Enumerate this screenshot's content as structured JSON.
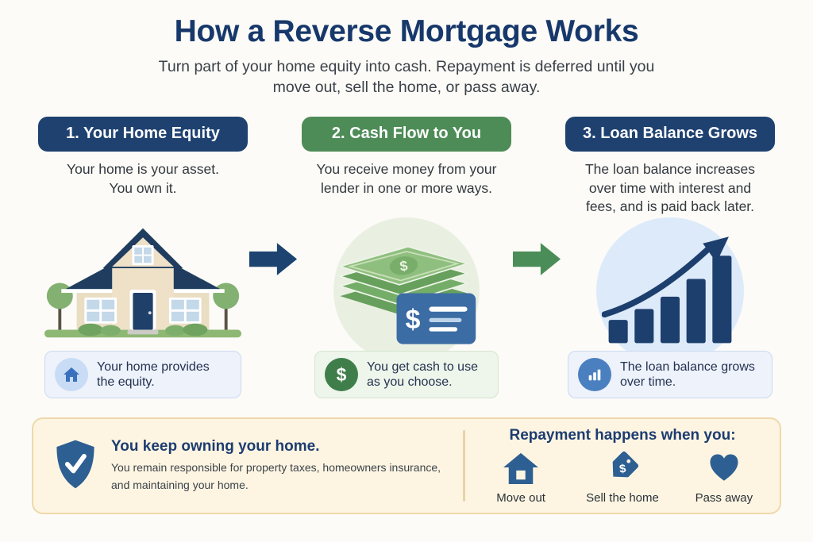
{
  "page": {
    "title": "How a Reverse Mortgage Works",
    "subtitle": "Turn part of your home equity into cash. Repayment is deferred until you move out, sell the home, or pass away."
  },
  "columns": [
    {
      "header": "1. Your Home Equity",
      "description": "Your home is your asset. You own it.",
      "illustration": "house-illustration",
      "caption_icon": "home-icon",
      "caption": "Your home provides the equity."
    },
    {
      "header": "2. Cash Flow to You",
      "description": "You receive money from your lender in one or more ways.",
      "illustration": "cash-stack-and-check-illustration",
      "caption_icon": "dollar-icon",
      "caption": "You get cash to use as you choose."
    },
    {
      "header": "3. Loan Balance Grows",
      "description": "The loan balance increases over time with interest and fees, and is paid back later.",
      "illustration": "rising-bar-chart-illustration",
      "caption_icon": "bar-chart-icon",
      "caption": "The loan balance grows over time."
    }
  ],
  "glyphs": {
    "dollar": "$"
  },
  "footer": {
    "ownership": {
      "icon": "shield-check-icon",
      "title": "You keep owning your home.",
      "body": "You remain responsible for property taxes, homeowners insurance, and maintaining your home."
    },
    "repayment": {
      "title": "Repayment happens when you:",
      "items": [
        {
          "icon": "house-icon",
          "label": "Move out"
        },
        {
          "icon": "price-tag-icon",
          "label": "Sell the home"
        },
        {
          "icon": "heart-icon",
          "label": "Pass away"
        }
      ]
    }
  },
  "colors": {
    "navy": "#1e4170",
    "green": "#4e8c57",
    "title_navy": "#17386b",
    "arrow_navy": "#1d4370",
    "arrow_green": "#4b8d58",
    "steel_blue": "#2e5f92",
    "footer_bg": "#fdf5e2",
    "footer_border": "#eed9ab",
    "caption_blue_bg": "#edf2fb",
    "caption_green_bg": "#eef5ea"
  }
}
